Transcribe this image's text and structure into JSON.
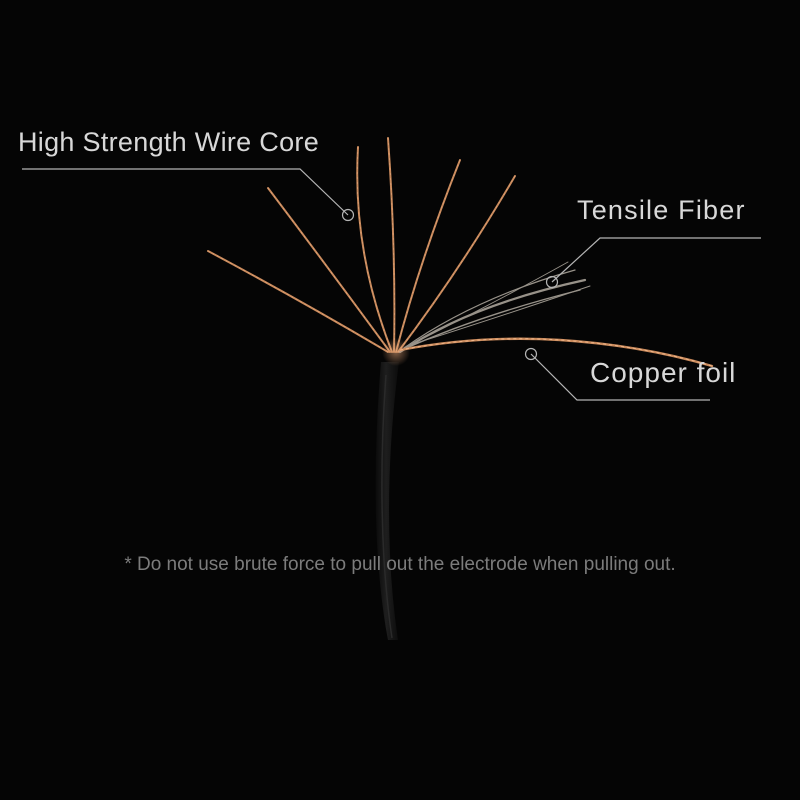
{
  "labels": {
    "wire_core": "High Strength Wire Core",
    "tensile_fiber": "Tensile Fiber",
    "copper_foil": "Copper foil"
  },
  "note": "* Do not use brute force to pull out the electrode when pulling out.",
  "colors": {
    "background": "#050505",
    "label_text": "#d8d8d8",
    "note_text": "#7c7c7c",
    "leader_line": "#b5b5b5",
    "copper_wire": "#c98a5c",
    "fiber": "#c9c2b6"
  }
}
